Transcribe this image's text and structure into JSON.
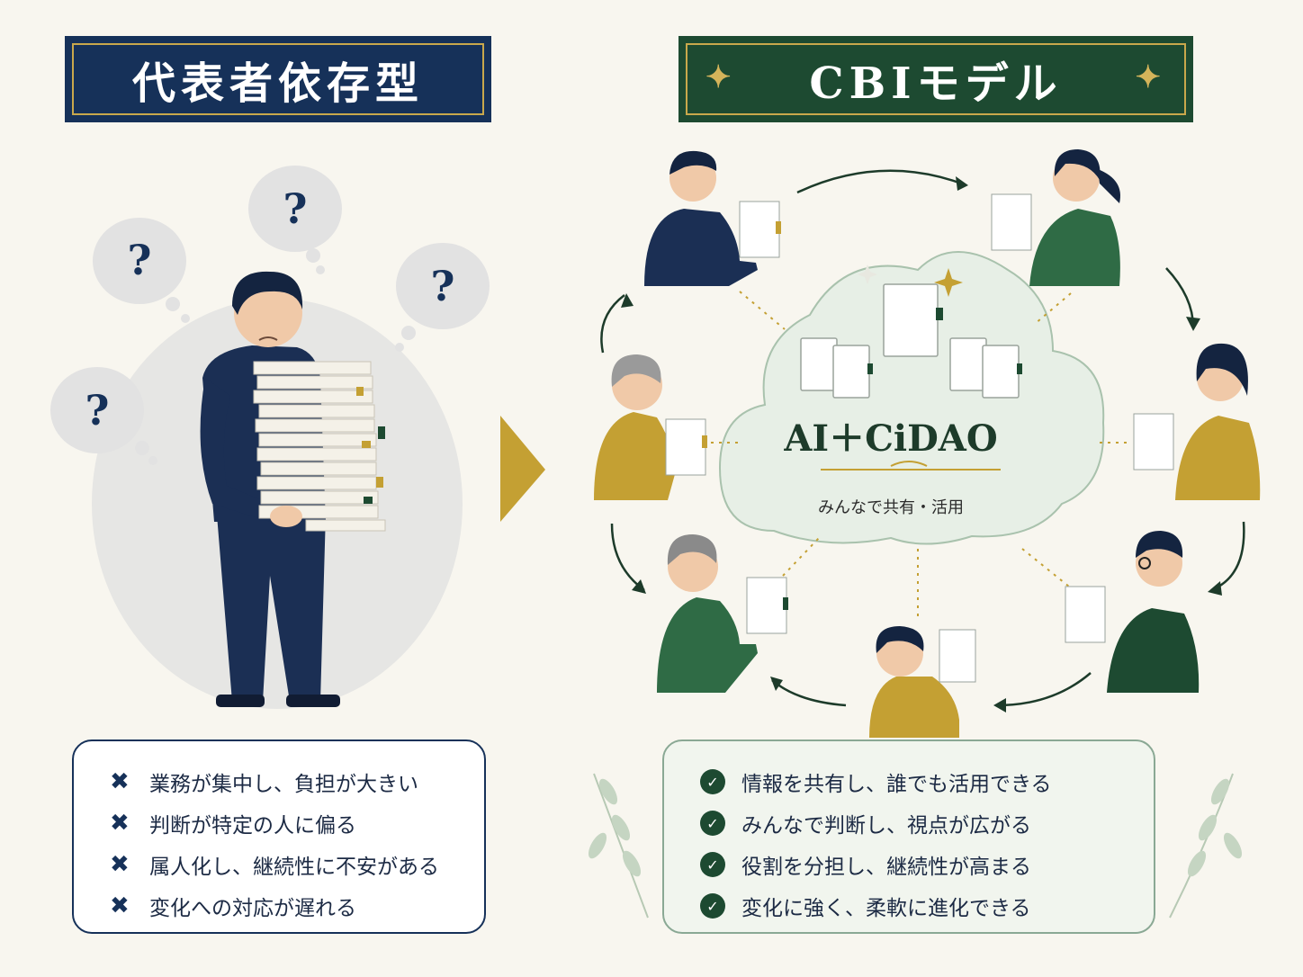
{
  "left": {
    "title": "代表者依存型",
    "items": [
      "業務が集中し、負担が大きい",
      "判断が特定の人に偏る",
      "属人化し、継続性に不安がある",
      "変化への対応が遅れる"
    ],
    "question_mark": "?"
  },
  "right": {
    "title": "CBIモデル",
    "center_title": "AI＋CiDAO",
    "center_subtitle": "みんなで共有・活用",
    "items": [
      "情報を共有し、誰でも活用できる",
      "みんなで判断し、視点が広がる",
      "役割を分担し、継続性が高まる",
      "変化に強く、柔軟に進化できる"
    ]
  },
  "colors": {
    "navy": "#163159",
    "green": "#1d4a31",
    "gold": "#c9a84c",
    "mustard": "#c4a033",
    "background": "#f8f6ef"
  }
}
